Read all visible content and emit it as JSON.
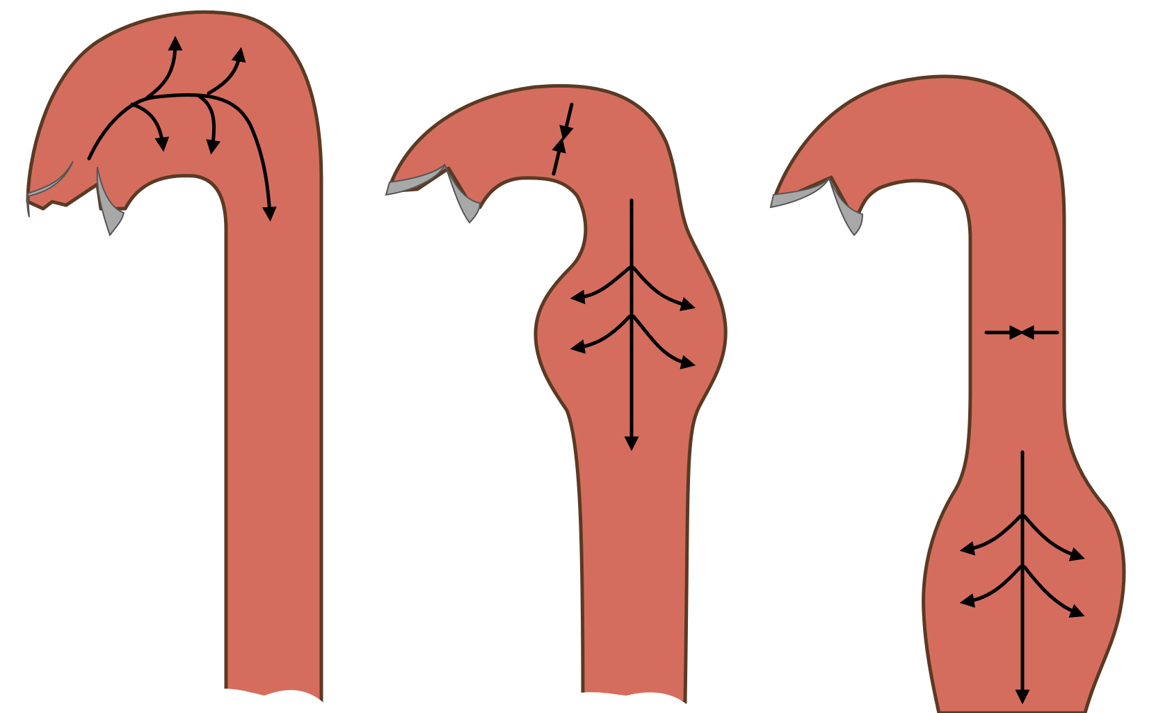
{
  "figure": {
    "panels": [
      {
        "id": "panel-1",
        "feature": "normal-arch",
        "flow_pattern": "branching-flow-in-arch"
      },
      {
        "id": "panel-2",
        "feature": "focal-dilation-with-upstream-narrowing",
        "flow_pattern": "central-jet-with-lateral-spread"
      },
      {
        "id": "panel-3",
        "feature": "focal-narrowing-with-downstream-dilation",
        "flow_pattern": "central-jet-with-lateral-spread"
      }
    ],
    "colors": {
      "vessel_fill": "#d56d5e",
      "vessel_border": "#5a3a24",
      "valve_leaflet": "#a8a8a8",
      "arrows": "#000000"
    },
    "icons": [
      "valve-leaflet",
      "flow-arrow"
    ]
  }
}
